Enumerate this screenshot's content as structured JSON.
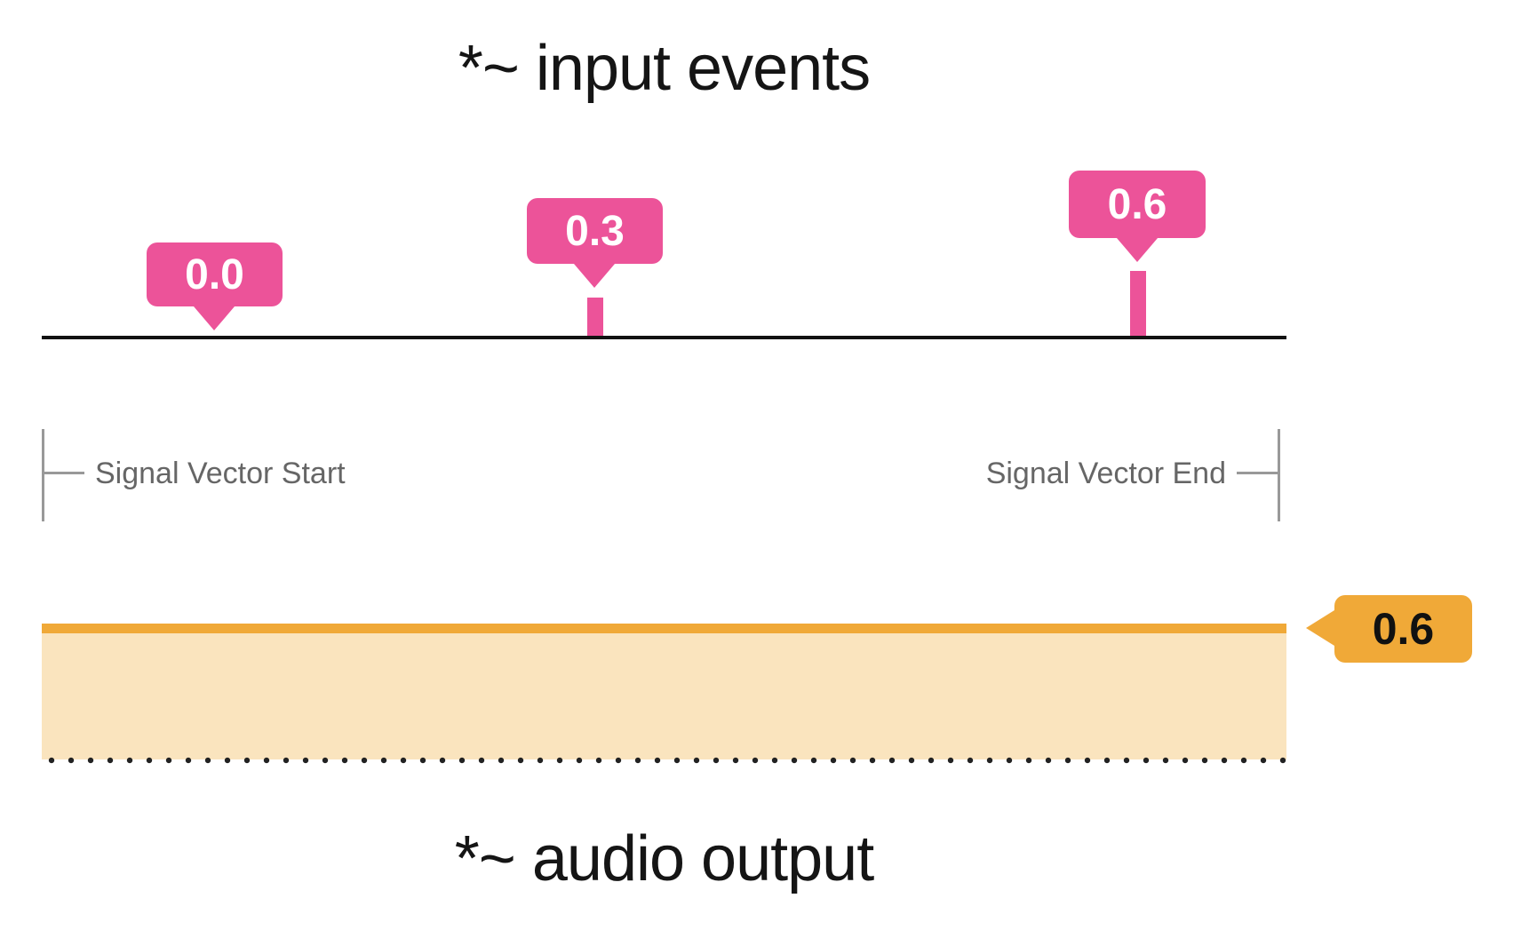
{
  "title_top": "*~ input events",
  "title_bottom": "*~ audio output",
  "input_events": [
    {
      "value": "0.0"
    },
    {
      "value": "0.3"
    },
    {
      "value": "0.6"
    }
  ],
  "signal_vector": {
    "start_label": "Signal Vector Start",
    "end_label": "Signal Vector End"
  },
  "audio_output": {
    "value": "0.6"
  },
  "colors": {
    "event": "#EC5399",
    "output": "#F0A938",
    "output_fill": "#FAE4BE",
    "timeline": "#121212",
    "bracket": "#999999",
    "label_text": "#666666"
  },
  "chart_data": {
    "type": "timeline-diagram",
    "title": "*~ input events",
    "subtitle": "*~ audio output",
    "input_events": [
      {
        "label": "0.0",
        "position_fraction": 0.14
      },
      {
        "label": "0.3",
        "position_fraction": 0.44
      },
      {
        "label": "0.6",
        "position_fraction": 0.88
      }
    ],
    "signal_vector_range": [
      "Signal Vector Start",
      "Signal Vector End"
    ],
    "output_value": "0.6"
  }
}
